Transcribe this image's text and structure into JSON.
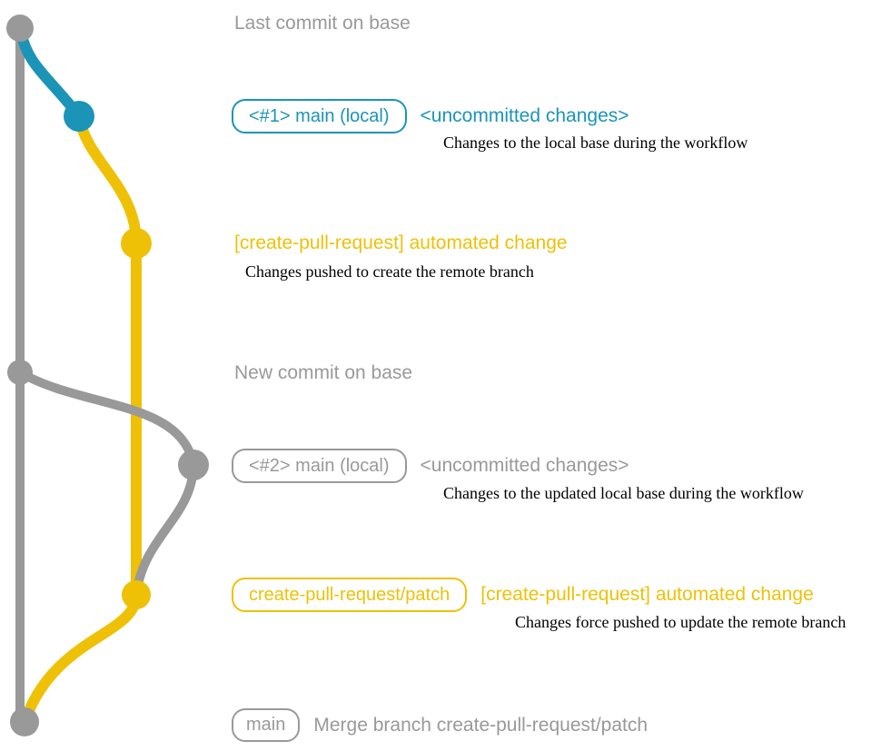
{
  "colors": {
    "gray": "#999999",
    "blue": "#1b94b8",
    "yellow": "#eec107",
    "annotation": "#000000",
    "background": "#ffffff"
  },
  "rows": {
    "last_commit": {
      "label": "Last commit on base"
    },
    "commit1": {
      "badge": "<#1> main (local)",
      "title": "<uncommitted changes>",
      "subtitle": "Changes to the local base during the workflow"
    },
    "push1": {
      "title": "[create-pull-request] automated change",
      "subtitle": "Changes pushed to create the remote branch"
    },
    "new_commit": {
      "label": "New commit on base"
    },
    "commit2": {
      "badge": "<#2> main (local)",
      "title": "<uncommitted changes>",
      "subtitle": "Changes to the updated local base during the workflow"
    },
    "push2": {
      "badge": "create-pull-request/patch",
      "title": "[create-pull-request] automated change",
      "subtitle": "Changes force pushed to update the remote branch"
    },
    "merge": {
      "badge": "main",
      "label": "Merge branch create-pull-request/patch"
    }
  }
}
